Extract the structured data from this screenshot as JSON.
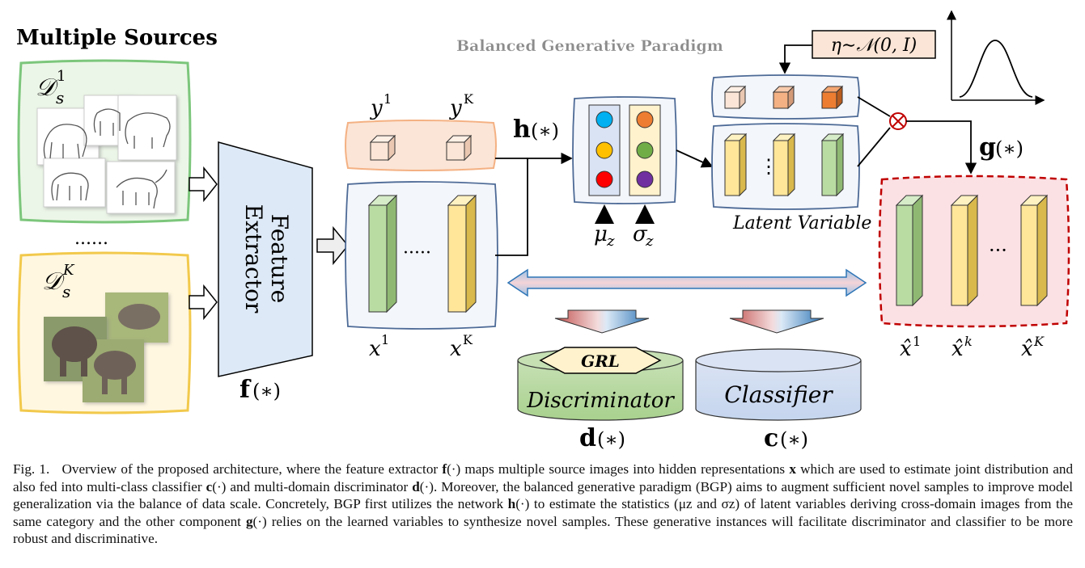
{
  "sources": {
    "heading": "Multiple Sources",
    "d1_label": "𝒟",
    "d1_sub": "s",
    "d1_sup": "1",
    "dk_label": "𝒟",
    "dk_sub": "s",
    "dk_sup": "K",
    "ellipsis": "......"
  },
  "extractor": {
    "line1": "Feature",
    "line2": "Extractor",
    "fn_bold": "f",
    "fn_arg": "(∗)"
  },
  "features": {
    "y1": "y",
    "y1_sup": "1",
    "yK": "y",
    "yK_sup": "K",
    "x1": "x",
    "x1_sup": "1",
    "xK": "x",
    "xK_sup": "K",
    "dots": "·····"
  },
  "estimator": {
    "fn_bold": "h",
    "fn_arg": "(∗)",
    "mu": "μ",
    "mu_sub": "z",
    "sigma": "σ",
    "sigma_sub": "z"
  },
  "bgp": {
    "title": "Balanced Generative Paradigm",
    "noise": "η∼𝒩(0, I)",
    "latent_label": "Latent Variable",
    "dots": "⋮"
  },
  "generator": {
    "fn_bold": "g",
    "fn_arg": "(∗)",
    "dots": "···",
    "xh1": "x̂",
    "xh1_sup": "1",
    "xhk": "x̂",
    "xhk_sup": "k",
    "xhK": "x̂",
    "xhK_sup": "K"
  },
  "heads": {
    "grl": "GRL",
    "discriminator": "Discriminator",
    "classifier": "Classifier",
    "d_bold": "d",
    "d_arg": "(∗)",
    "c_bold": "c",
    "c_arg": "(∗)"
  },
  "caption": {
    "fig": "Fig. 1.",
    "p1": "Overview of the proposed architecture, where the feature extractor",
    "f": "f",
    "p2": "(·) maps multiple source images into hidden representations",
    "x": "x",
    "p3": "which are used to estimate joint distribution and also fed into multi-class classifier",
    "c": "c",
    "p4": "(·) and multi-domain discriminator",
    "d": "d",
    "p5": "(·). Moreover, the balanced generative paradigm (BGP) aims to augment sufficient novel samples to improve model generalization via the balance of data scale. Concretely, BGP first utilizes the network",
    "h": "h",
    "p6": "(·) to estimate the statistics (μz and σz) of latent variables deriving cross-domain images from the same category and the other component",
    "g": "g",
    "p7": "(·) relies on the learned variables to synthesize novel samples. These generative instances will facilitate discriminator and classifier to be more robust and discriminative."
  },
  "colors": {
    "green_border": "#7cc67c",
    "yellow_border": "#f2c94c",
    "extractor_fill": "#dde9f6",
    "frame_border": "#4d6a96",
    "orange_panel": "#fbe5d6",
    "red_dash": "#c00000",
    "green_bar": "#b9dca3",
    "yellow_bar": "#ffe699"
  }
}
